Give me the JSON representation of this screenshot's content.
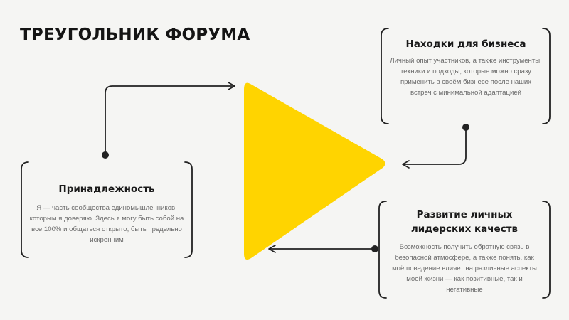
{
  "title": "ТРЕУГОЛЬНИК ФОРУМА",
  "colors": {
    "accent": "#ffd400",
    "line": "#222222",
    "background": "#f5f5f3"
  },
  "boxes": {
    "belonging": {
      "heading": "Принадлежность",
      "body": "Я — часть сообщества единомышленников, которым я доверяю. Здесь я могу быть собой на все 100% и общаться открыто, быть предельно искренним"
    },
    "business": {
      "heading": "Находки для бизнеса",
      "body": "Личный опыт участников, а также инструменты, техники и подходы, которые можно сразу применить в своём бизнесе после наших встреч с минимальной адаптацией"
    },
    "leadership": {
      "heading": "Развитие личных лидерских качеств",
      "body": "Возможность получить обратную связь в безопасной атмосфере, а также понять, как моё поведение влияет на различные аспекты моей жизни — как позитивные, так и негативные"
    }
  }
}
